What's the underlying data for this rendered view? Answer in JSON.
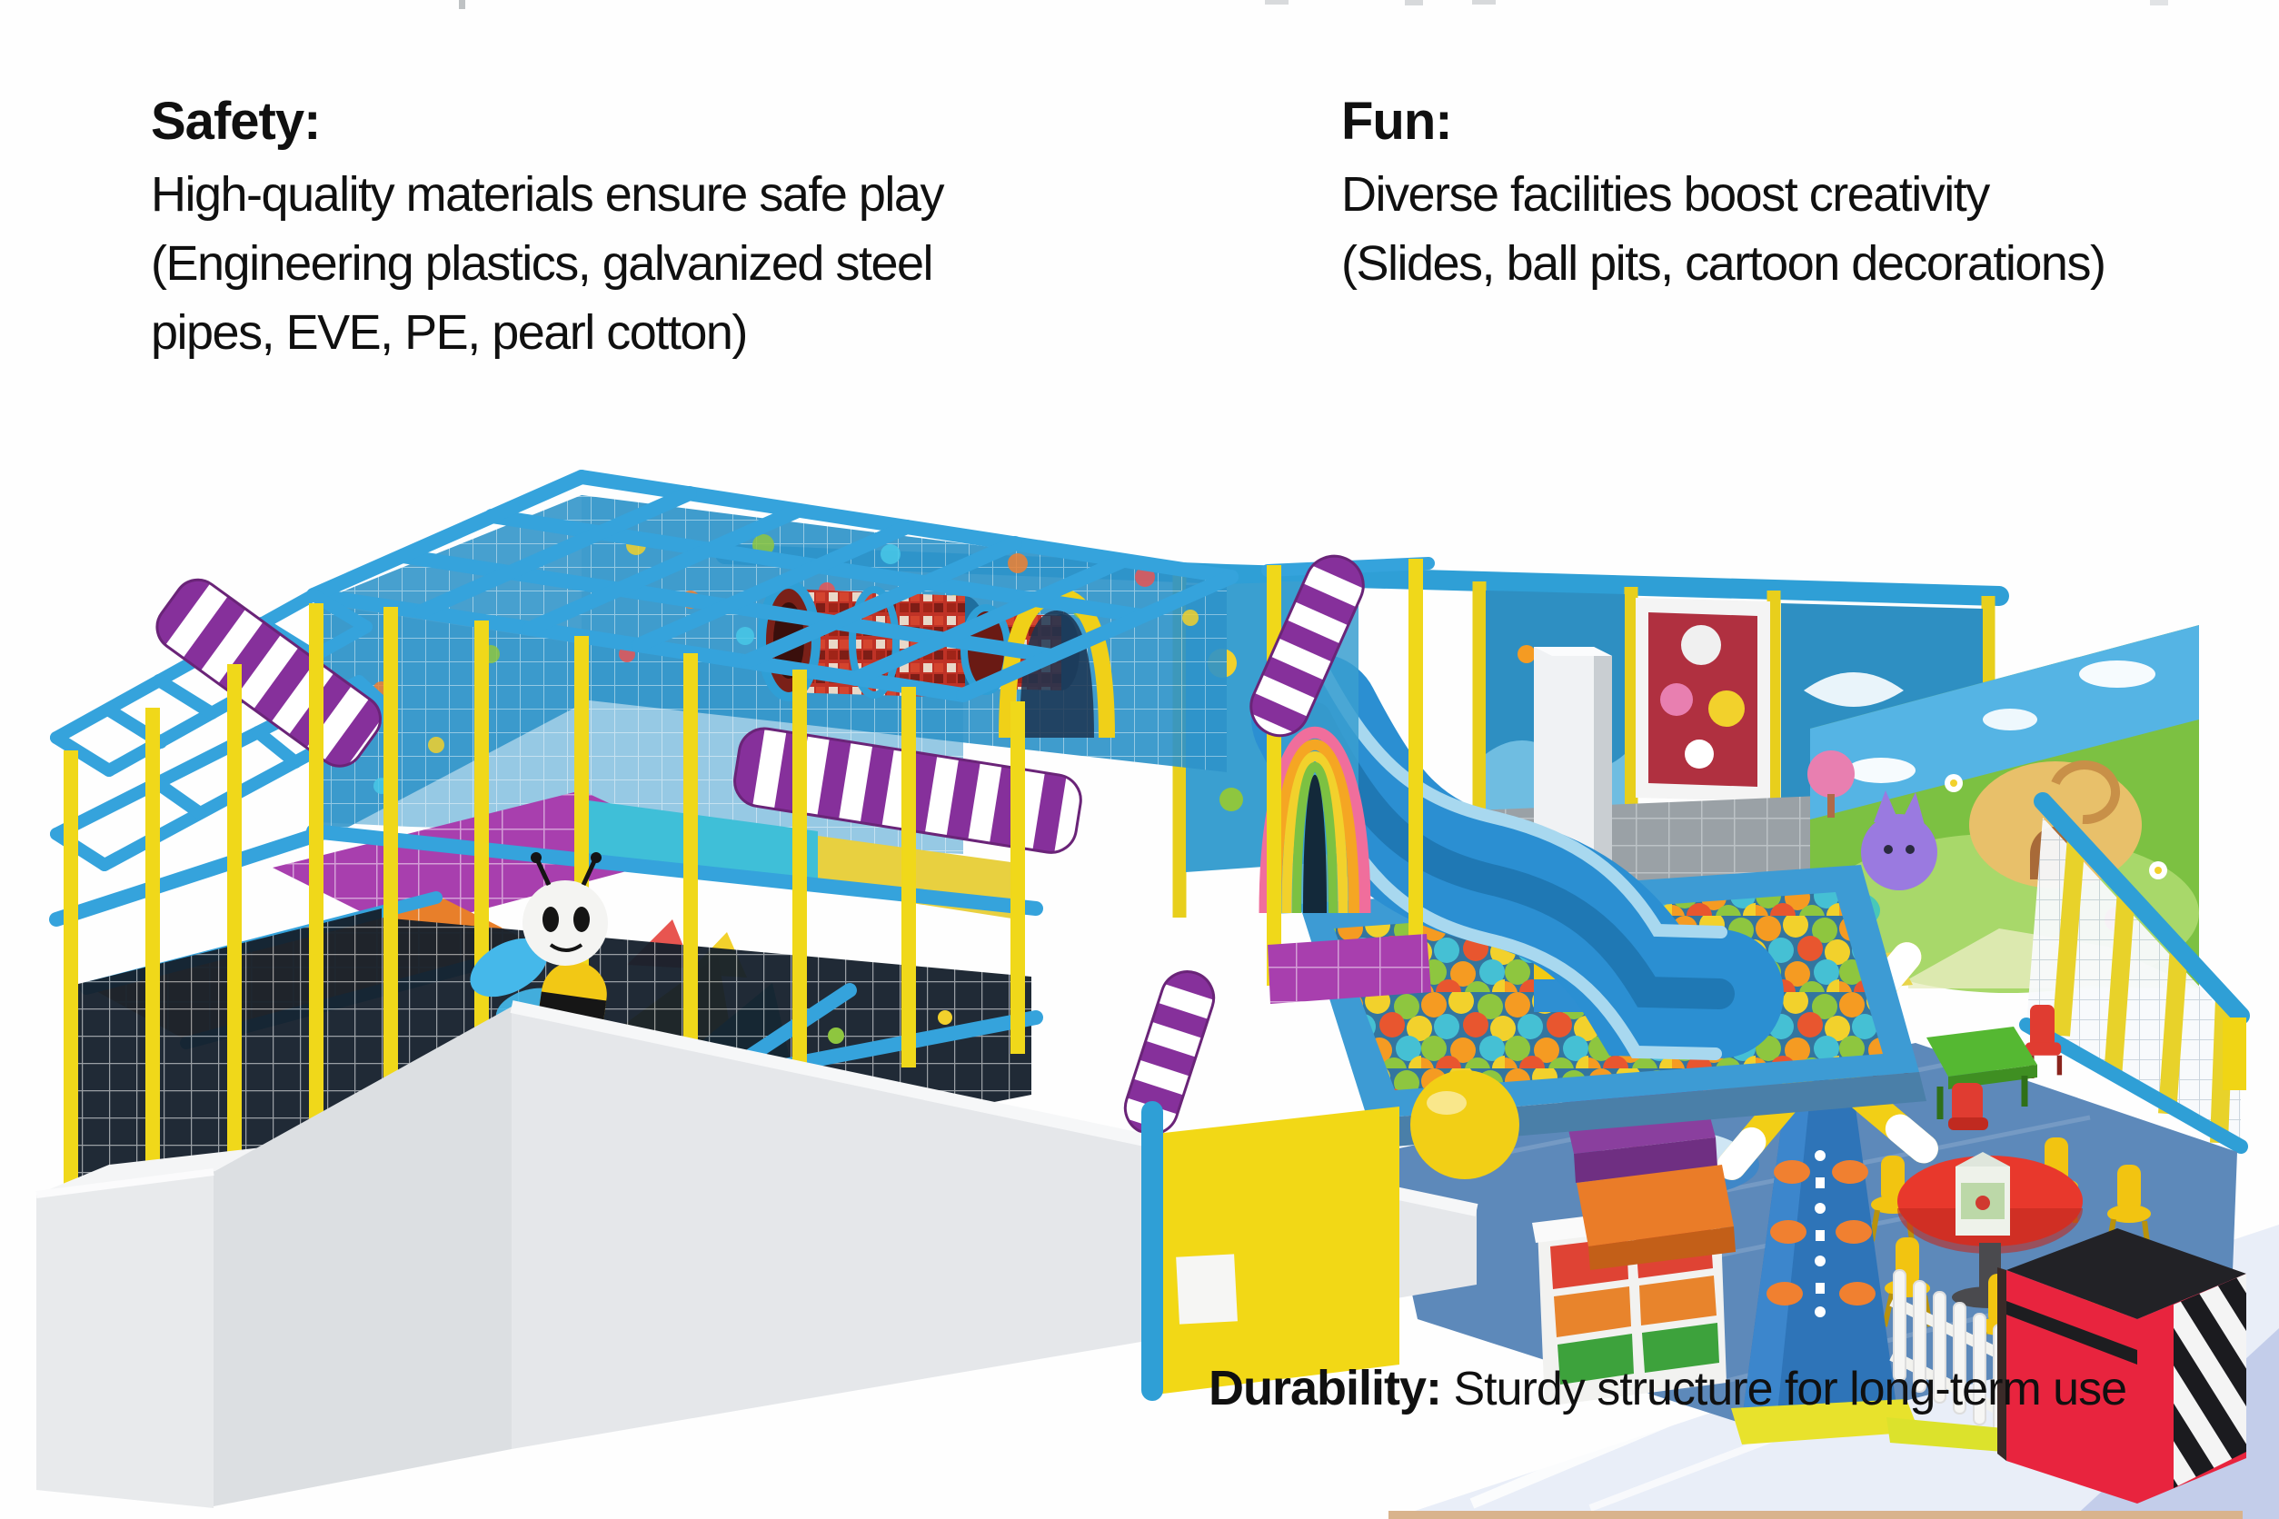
{
  "annotations": {
    "safety": {
      "heading": "Safety:",
      "lines": [
        "High-quality materials ensure safe play",
        "(Engineering plastics, galvanized steel",
        "pipes, EVE, PE, pearl cotton)"
      ]
    },
    "fun": {
      "heading": "Fun:",
      "lines": [
        "Diverse facilities boost creativity",
        "(Slides, ball pits, cartoon decorations)"
      ]
    },
    "durability": {
      "heading": "Durability:",
      "rest": " Sturdy structure for long-term use"
    }
  },
  "scene": {
    "subject": "indoor-playground-3d-render",
    "palette": {
      "frame_tube_blue": "#35a3dc",
      "pole_yellow": "#f0d515",
      "net_blue": "#2e93c9",
      "net_dark": "#141f2b",
      "awning_purple": "#86309b",
      "mat_orange": "#e87f2a",
      "mat_magenta": "#a83fae",
      "slide_blue": "#2b8fd2",
      "ball_pit_rim": "#3d9bd4",
      "mural_green": "#7cc142",
      "mural_sky": "#55b4e4",
      "floor_blue": "#5d89ba",
      "base_wall_gray": "#e5e7ea",
      "tile_wall_gray": "#9aa1a6",
      "table_red": "#e8382c",
      "chair_yellow": "#f2c411",
      "table_green": "#55b832",
      "counter_red": "#e8243e",
      "counter_black": "#222226",
      "ball_colors": [
        "#f59b22",
        "#f2d12c",
        "#8ec63f",
        "#45c0d4",
        "#e8562f"
      ]
    },
    "features": [
      "tube-frame-grid",
      "safety-netting",
      "crawl-tunnels",
      "striped-awnings",
      "rainbow-arch",
      "wave-slide",
      "ball-pit",
      "bee-mascot",
      "cartoon-mural-wall",
      "toddler-tables",
      "windmill-playhouse",
      "storage-shelf",
      "picket-fence",
      "striped-counter",
      "foam-base-wall"
    ]
  }
}
